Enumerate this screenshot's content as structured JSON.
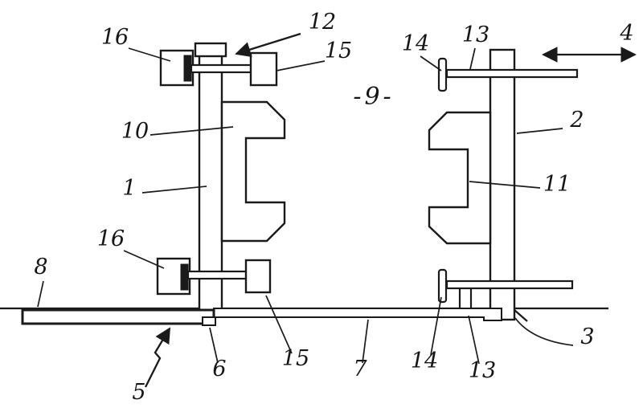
{
  "figure": {
    "figure_number": "-9-",
    "colors": {
      "line": "#1a1a1a",
      "background": "#ffffff"
    },
    "labels": [
      {
        "id": "ref-16-top-left",
        "text": "16"
      },
      {
        "id": "ref-12",
        "text": "12"
      },
      {
        "id": "ref-15-top",
        "text": "15"
      },
      {
        "id": "ref-14-top",
        "text": "14"
      },
      {
        "id": "ref-13-top",
        "text": "13"
      },
      {
        "id": "ref-4",
        "text": "4"
      },
      {
        "id": "ref-10",
        "text": "10"
      },
      {
        "id": "ref-2",
        "text": "2"
      },
      {
        "id": "ref-1",
        "text": "1"
      },
      {
        "id": "ref-11",
        "text": "11"
      },
      {
        "id": "ref-16-mid-left",
        "text": "16"
      },
      {
        "id": "ref-8",
        "text": "8"
      },
      {
        "id": "ref-5",
        "text": "5"
      },
      {
        "id": "ref-6",
        "text": "6"
      },
      {
        "id": "ref-15-bottom",
        "text": "15"
      },
      {
        "id": "ref-7",
        "text": "7"
      },
      {
        "id": "ref-14-bottom",
        "text": "14"
      },
      {
        "id": "ref-13-bottom",
        "text": "13"
      },
      {
        "id": "ref-3",
        "text": "3"
      }
    ]
  }
}
